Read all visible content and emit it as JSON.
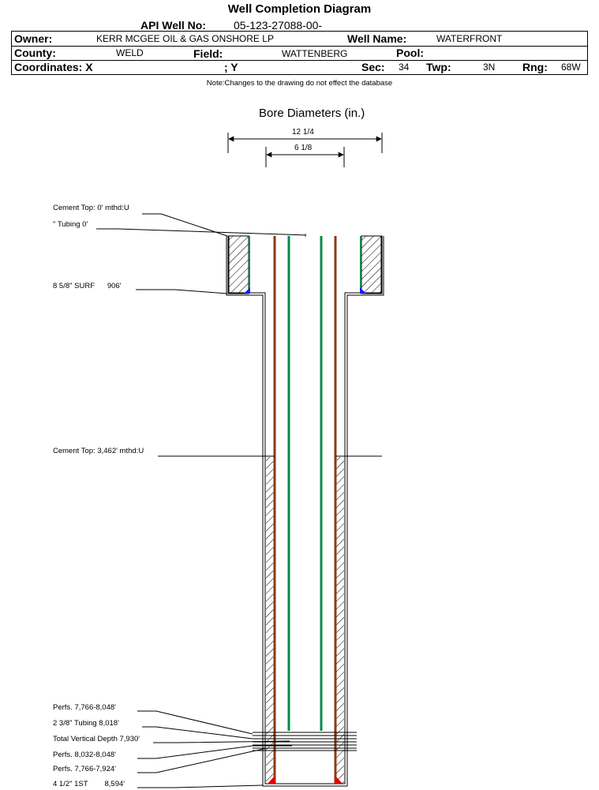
{
  "header": {
    "title": "Well Completion Diagram",
    "api_label": "API Well No:",
    "api_value": "05-123-27088-00-",
    "owner_label": "Owner:",
    "owner_value": "KERR MCGEE OIL & GAS ONSHORE LP",
    "well_name_label": "Well Name:",
    "well_name_value": "WATERFRONT",
    "county_label": "County:",
    "county_value": "WELD",
    "field_label": "Field:",
    "field_value": "WATTENBERG",
    "pool_label": "Pool:",
    "pool_value": "",
    "coords_label": "Coordinates: X",
    "coords_y_label": "; Y",
    "sec_label": "Sec:",
    "sec_value": "34",
    "twp_label": "Twp:",
    "twp_value": "3N",
    "rng_label": "Rng:",
    "rng_value": "68W"
  },
  "note": "Note:Changes to the drawing do not effect the database",
  "bore": {
    "title": "Bore Diameters (in.)",
    "outer_dim": "12 1/4",
    "inner_dim": "6 1/8"
  },
  "annotations": [
    "Cement Top: 0' mthd:U",
    "\" Tubing 0'",
    "8 5/8\" SURF      906'",
    "Cement Top: 3,462' mthd:U",
    "Perfs. 7,766-8,048'",
    "2 3/8\" Tubing 8,018'",
    "Total Vertical Depth 7,930'",
    "Perfs. 8,032-8,048'",
    "Perfs. 7,766-7,924'",
    "4 1/2\" 1ST        8,594'"
  ],
  "colors": {
    "tubing": "#0a8a4a",
    "casing": "#8b3a10",
    "surf_casing": "#0a8a4a",
    "shoe_blue": "#1a1aff",
    "shoe_red": "#e00000"
  }
}
